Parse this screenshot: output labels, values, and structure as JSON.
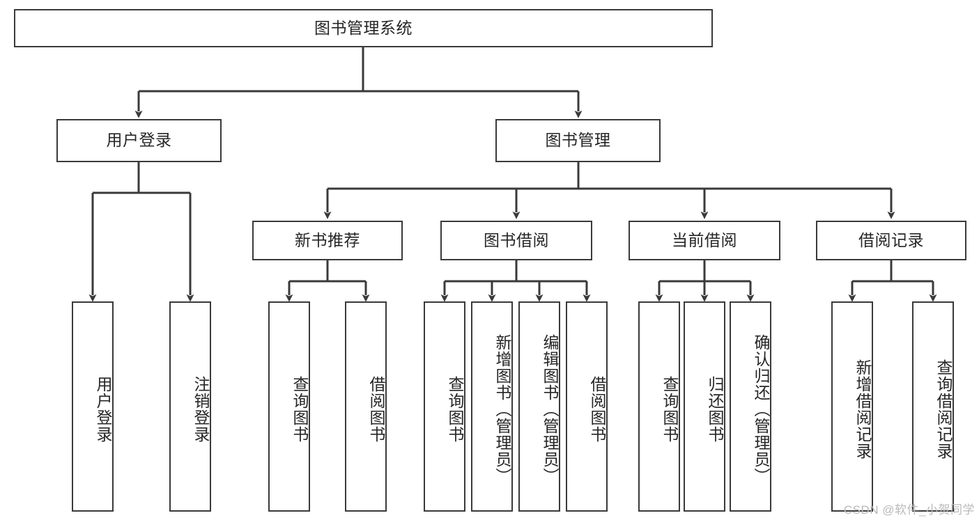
{
  "diagram": {
    "type": "tree-hierarchy-diagram",
    "title": "图书管理系统",
    "style": {
      "box_border_color": "#3a3a3a",
      "box_fill_color": "#ffffff",
      "connector_color": "#3a3a3a",
      "background_color": "#ffffff",
      "text_color": "#262626"
    },
    "levels": {
      "root": {
        "label": "图书管理系统"
      },
      "level2": [
        {
          "id": "user-login",
          "label": "用户登录"
        },
        {
          "id": "book-management",
          "label": "图书管理"
        }
      ],
      "level3": [
        {
          "id": "new-book-recommend",
          "label": "新书推荐",
          "parent": "book-management"
        },
        {
          "id": "book-borrow",
          "label": "图书借阅",
          "parent": "book-management"
        },
        {
          "id": "current-borrow",
          "label": "当前借阅",
          "parent": "book-management"
        },
        {
          "id": "borrow-record",
          "label": "借阅记录",
          "parent": "book-management"
        }
      ],
      "leaves": [
        {
          "id": "leaf-user-login",
          "label": "用户登录",
          "parent": "user-login"
        },
        {
          "id": "leaf-logout-login",
          "label": "注销登录",
          "parent": "user-login"
        },
        {
          "id": "leaf-query-book-1",
          "label": "查询图书",
          "parent": "new-book-recommend"
        },
        {
          "id": "leaf-borrow-book-1",
          "label": "借阅图书",
          "parent": "new-book-recommend"
        },
        {
          "id": "leaf-query-book-2",
          "label": "查询图书",
          "parent": "book-borrow"
        },
        {
          "id": "leaf-add-book",
          "label": "新增图书（管理员）",
          "parent": "book-borrow"
        },
        {
          "id": "leaf-edit-book",
          "label": "编辑图书（管理员）",
          "parent": "book-borrow"
        },
        {
          "id": "leaf-borrow-book-2",
          "label": "借阅图书",
          "parent": "book-borrow"
        },
        {
          "id": "leaf-query-book-3",
          "label": "查询图书",
          "parent": "current-borrow"
        },
        {
          "id": "leaf-return-book",
          "label": "归还图书",
          "parent": "current-borrow"
        },
        {
          "id": "leaf-confirm-return",
          "label": "确认归还（管理员）",
          "parent": "current-borrow"
        },
        {
          "id": "leaf-add-record",
          "label": "新增借阅记录",
          "parent": "borrow-record"
        },
        {
          "id": "leaf-query-record",
          "label": "查询借阅记录",
          "parent": "borrow-record"
        }
      ]
    }
  },
  "watermark": {
    "text": "CSDN @软件_小贺同学"
  }
}
